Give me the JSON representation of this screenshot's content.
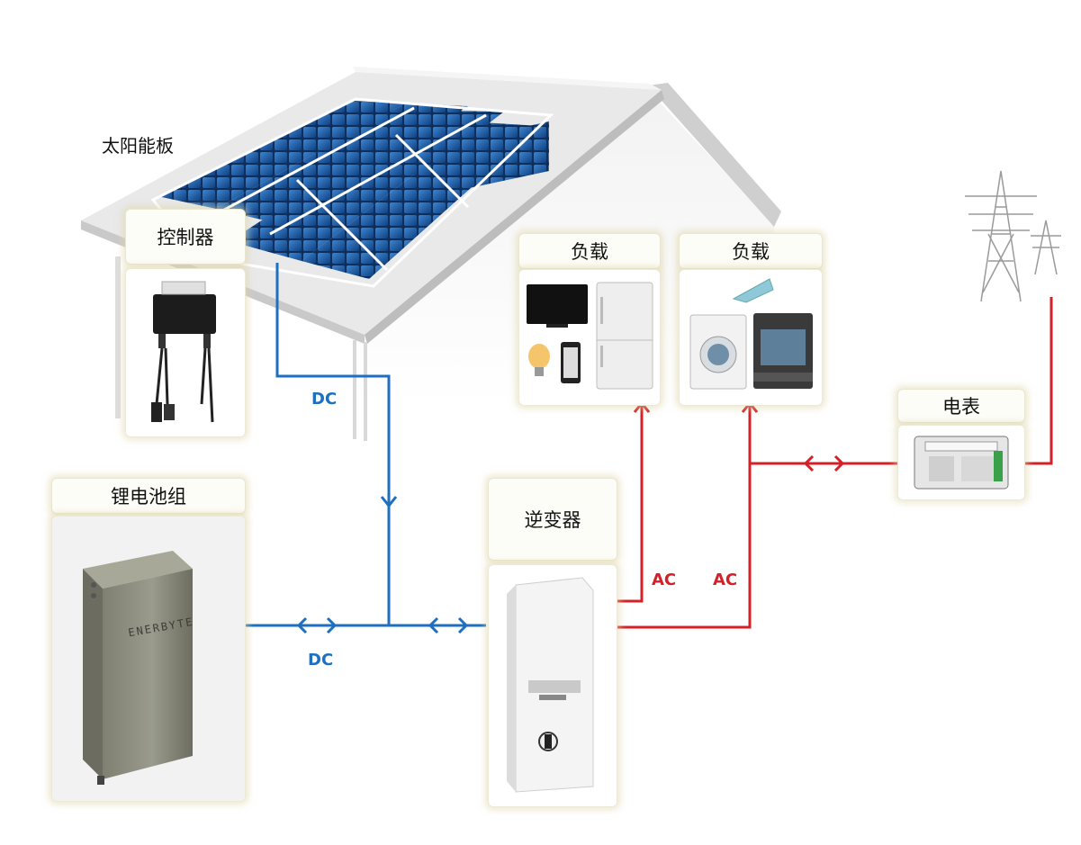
{
  "labels": {
    "solar_panel": "太阳能板",
    "controller": "控制器",
    "load_1": "负载",
    "load_2": "负载",
    "meter": "电表",
    "battery": "锂电池组",
    "inverter": "逆变器"
  },
  "flows": {
    "dc_vertical": "DC",
    "dc_horizontal": "DC",
    "ac_1": "AC",
    "ac_2": "AC"
  },
  "battery_brand": "ENERBYTE",
  "colors": {
    "dc_line": "#1e6fc0",
    "ac_line": "#d42027",
    "panel_blue": "#1d5ea8",
    "label_glow": "#ded6a8"
  }
}
